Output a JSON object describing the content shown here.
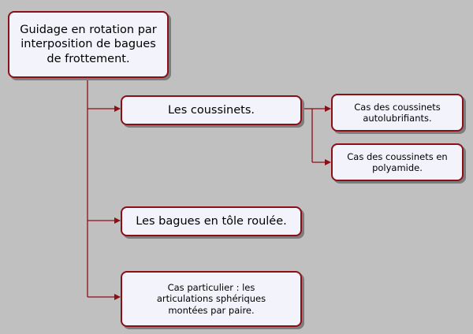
{
  "diagram": {
    "root": {
      "label": "Guidage en rotation par\ninterposition de bagues\nde frottement."
    },
    "branches": [
      {
        "label": "Les coussinets.",
        "children": [
          {
            "label": "Cas des coussinets\nautolubrifiants."
          },
          {
            "label": "Cas des coussinets en\npolyamide."
          }
        ]
      },
      {
        "label": "Les bagues en tôle roulée."
      },
      {
        "label": "Cas particulier : les\narticulations sphériques\nmontées par paire."
      }
    ],
    "colors": {
      "background": "#c0c0c0",
      "box_fill": "#f3f3fb",
      "box_border": "#8b0f17",
      "connector": "#8b0f17",
      "shadow": "#7d7d7d"
    }
  }
}
